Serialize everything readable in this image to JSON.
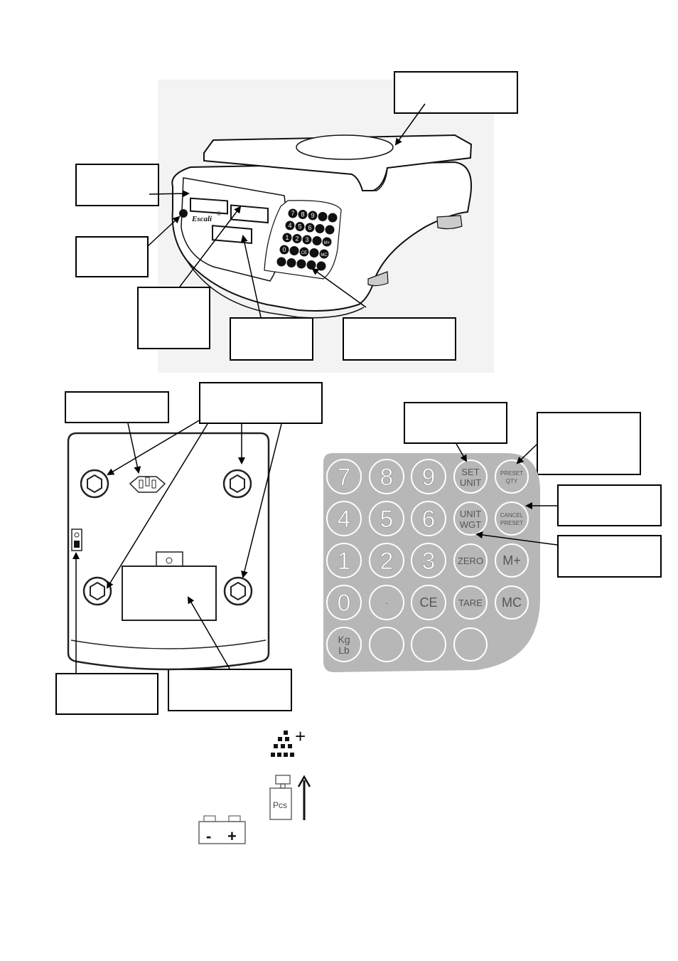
{
  "scale_front": {
    "brand": "Escali",
    "registered_mark": "®",
    "keypad_keys": [
      "7",
      "8",
      "9",
      "",
      "",
      "4",
      "5",
      "6",
      "",
      "",
      "1",
      "2",
      "3",
      "",
      "M+",
      "0",
      "",
      "CE",
      "",
      "MC",
      "",
      "",
      "",
      "",
      ""
    ]
  },
  "keypad": {
    "fill_color": "#b7b7b7",
    "keys": [
      {
        "line1": "7",
        "line2": ""
      },
      {
        "line1": "8",
        "line2": ""
      },
      {
        "line1": "9",
        "line2": ""
      },
      {
        "line1": "SET",
        "line2": "UNIT"
      },
      {
        "line1": "PRESET",
        "line2": "QTY"
      },
      {
        "line1": "4",
        "line2": ""
      },
      {
        "line1": "5",
        "line2": ""
      },
      {
        "line1": "6",
        "line2": ""
      },
      {
        "line1": "UNIT",
        "line2": "WGT"
      },
      {
        "line1": "CANCEL",
        "line2": "PRESET"
      },
      {
        "line1": "1",
        "line2": ""
      },
      {
        "line1": "2",
        "line2": ""
      },
      {
        "line1": "3",
        "line2": ""
      },
      {
        "line1": "ZERO",
        "line2": ""
      },
      {
        "line1": "M+",
        "line2": ""
      },
      {
        "line1": "0",
        "line2": ""
      },
      {
        "line1": "·",
        "line2": ""
      },
      {
        "line1": "CE",
        "line2": ""
      },
      {
        "line1": "TARE",
        "line2": ""
      },
      {
        "line1": "MC",
        "line2": ""
      },
      {
        "line1": "Kg",
        "line2": "Lb"
      },
      {
        "line1": "",
        "line2": ""
      },
      {
        "line1": "",
        "line2": ""
      },
      {
        "line1": "",
        "line2": ""
      }
    ]
  },
  "symbols": {
    "pcs_label": "Pcs",
    "plus_sign": "+",
    "battery_minus": "-",
    "battery_plus": "+"
  }
}
